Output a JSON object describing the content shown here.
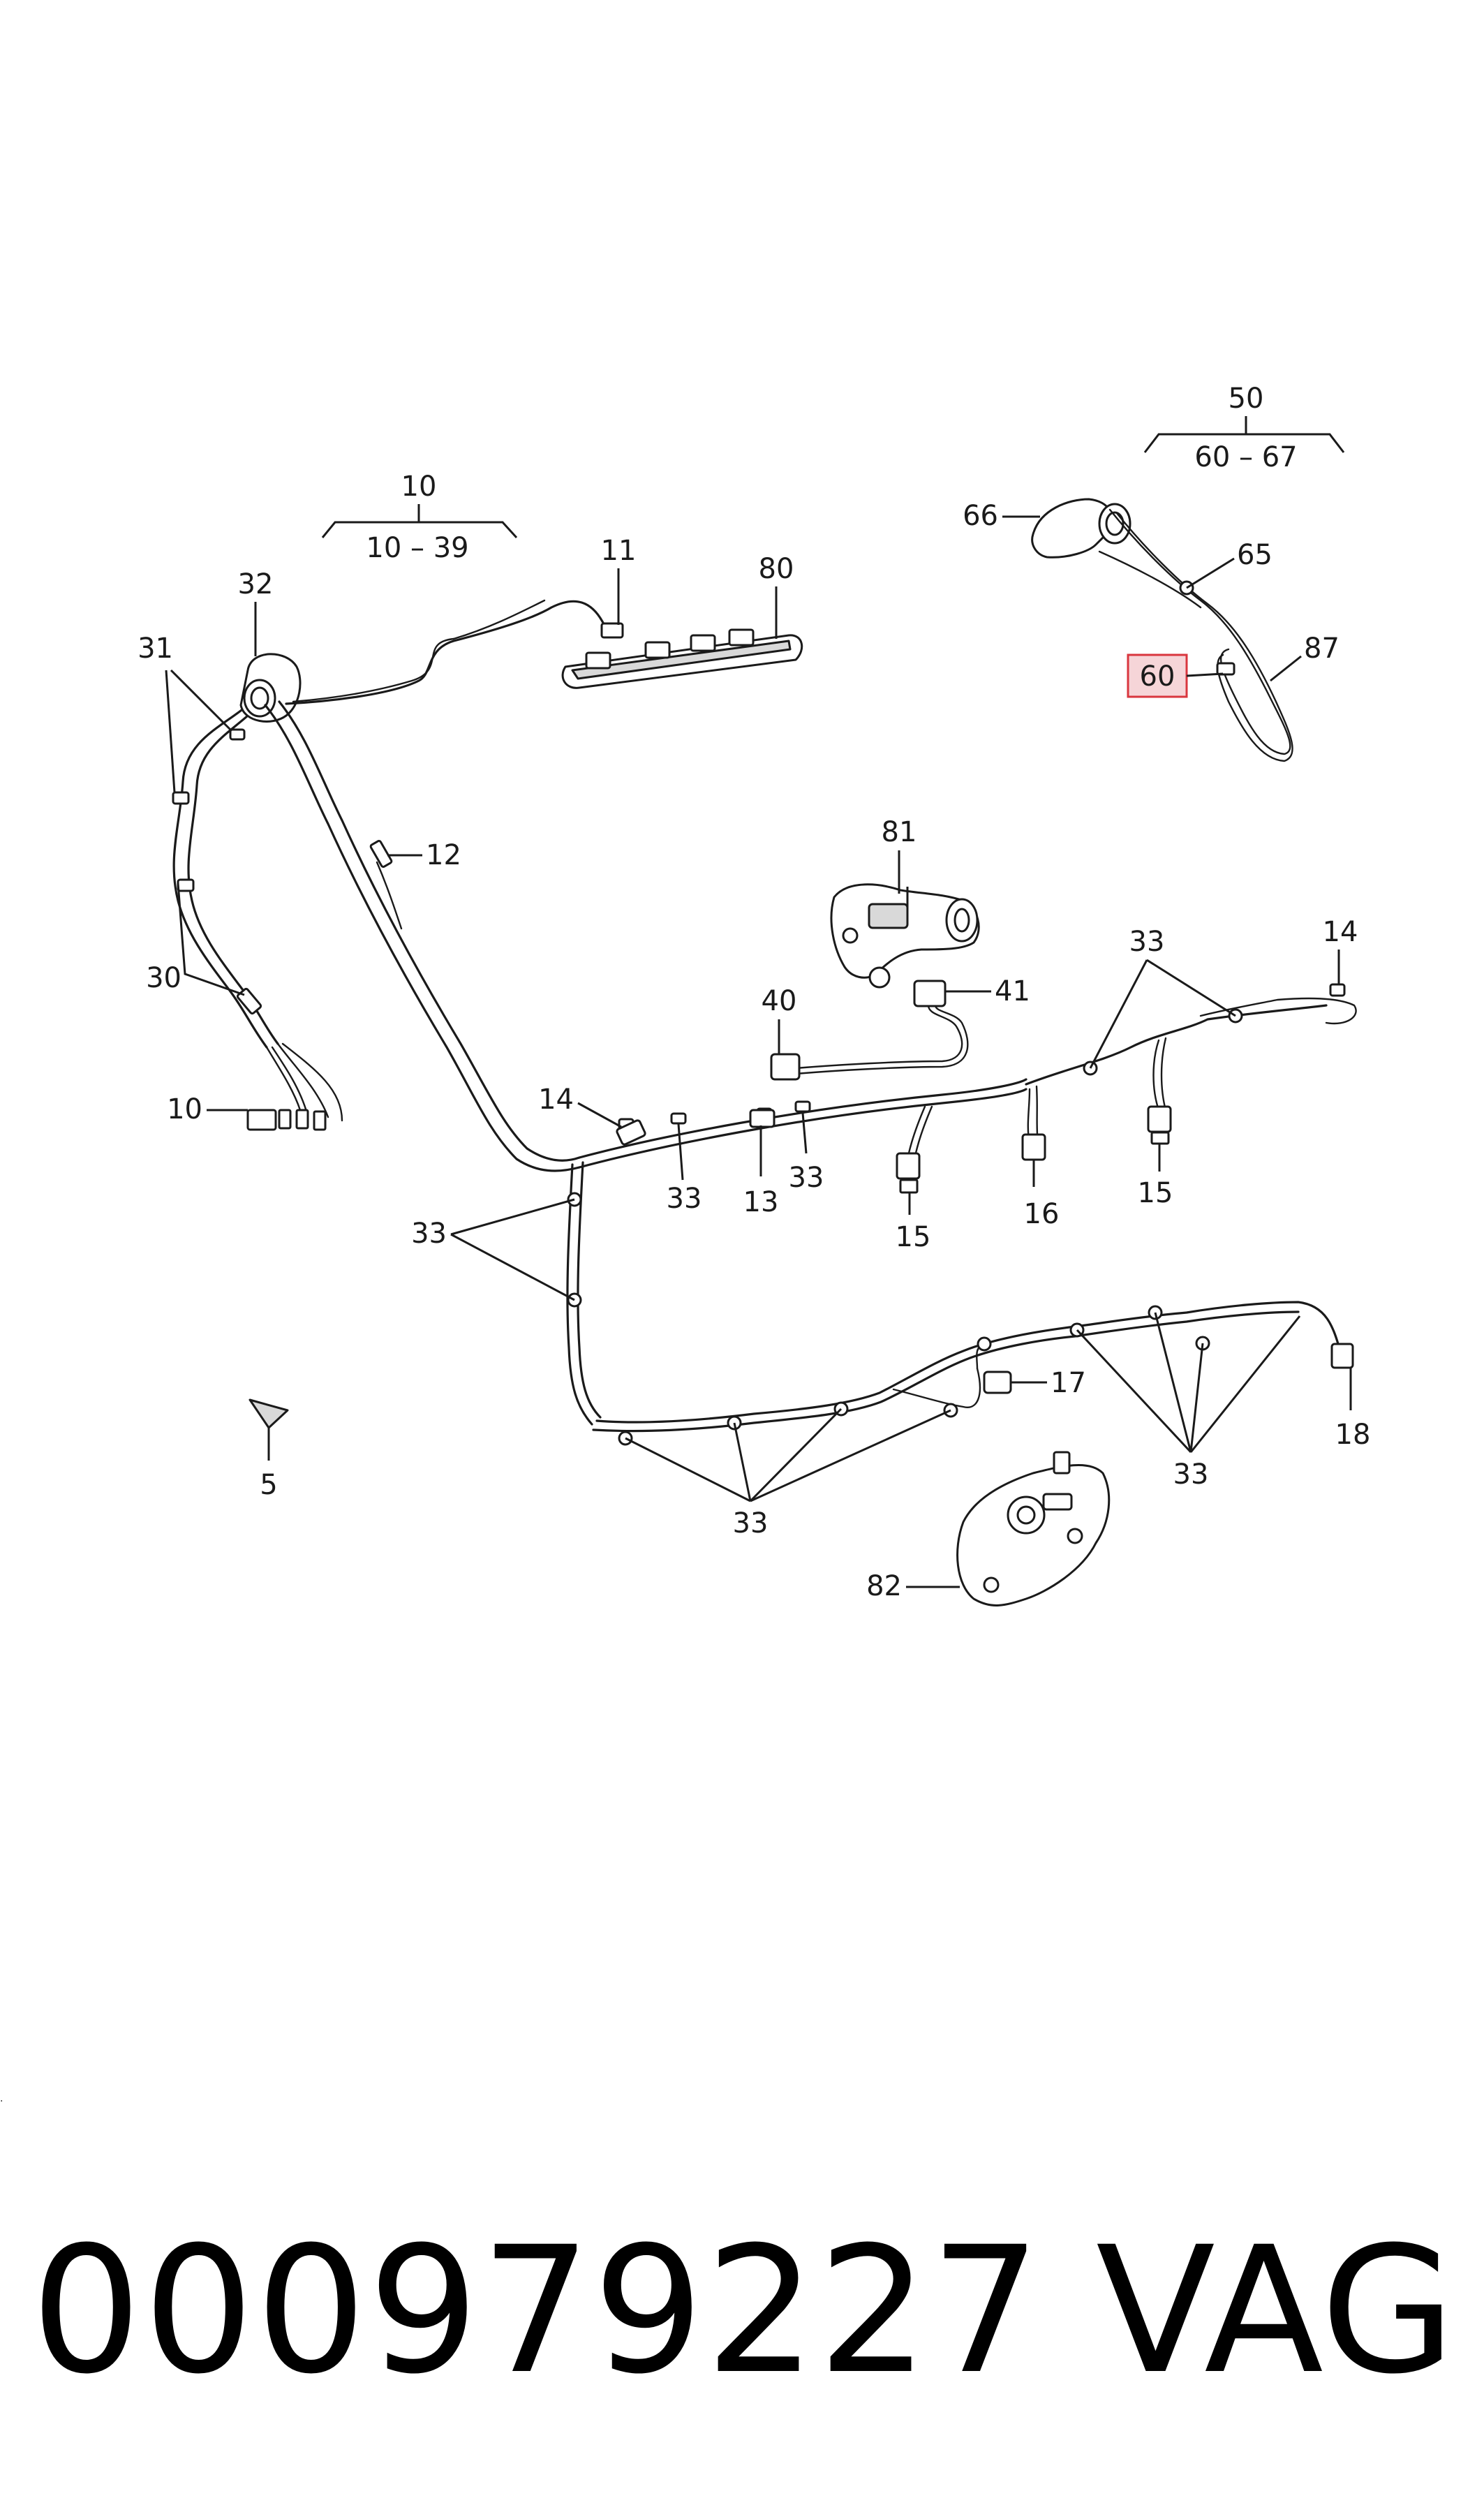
{
  "groups": [
    {
      "id": "group-10",
      "number": "10",
      "range": "10 – 39"
    },
    {
      "id": "group-50",
      "number": "50",
      "range": "60 – 67"
    }
  ],
  "callouts": {
    "c5": "5",
    "c10": "10",
    "c11": "11",
    "c12": "12",
    "c13": "13",
    "c14a": "14",
    "c14b": "14",
    "c15a": "15",
    "c15b": "15",
    "c16": "16",
    "c17": "17",
    "c18": "18",
    "c30": "30",
    "c31": "31",
    "c32": "32",
    "c33a": "33",
    "c33b": "33",
    "c33c": "33",
    "c33d": "33",
    "c33e": "33",
    "c33f": "33",
    "c40": "40",
    "c41": "41",
    "c60": "60",
    "c65": "65",
    "c66": "66",
    "c80": "80",
    "c81": "81",
    "c82": "82",
    "c87": "87"
  },
  "highlighted_part": "60",
  "colors": {
    "highlight_fill": "#f6d5d8",
    "highlight_border": "#d9363e",
    "line": "#1a1a1a"
  },
  "footer": {
    "part_code": "000979227",
    "brand": "VAG"
  }
}
